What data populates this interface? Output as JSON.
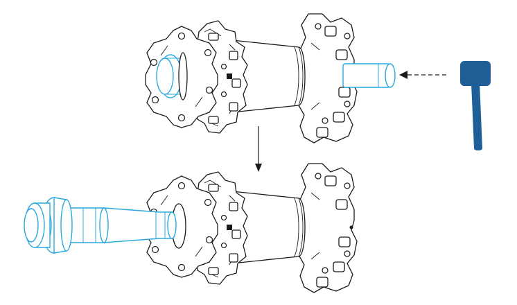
{
  "colors": {
    "line": "#1a1a1a",
    "highlight": "#29a8e0",
    "tool": "#1d5f96",
    "background": "#ffffff"
  },
  "icons": {
    "tool": "mallet-icon",
    "down_arrow": "arrow-down-icon",
    "push_arrow": "dashed-arrow-left-icon"
  },
  "steps": [
    {
      "name": "hub-assembly-before",
      "highlighted_part": "end-cap-pressed"
    },
    {
      "name": "hub-assembly-after",
      "highlighted_part": "bearing-on-press-tool"
    }
  ]
}
